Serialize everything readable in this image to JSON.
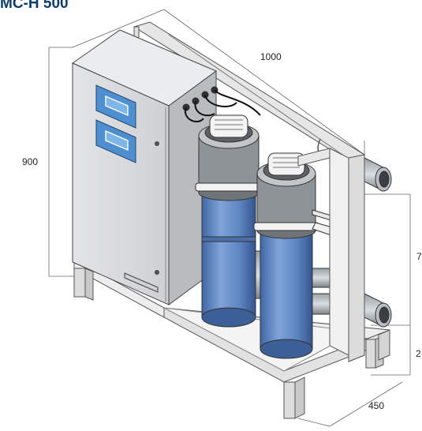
{
  "title": "MC-H 500",
  "dimensions": {
    "length": "1000",
    "height": "900",
    "depth": "450",
    "right_upper": "7",
    "right_lower": "2"
  },
  "colors": {
    "cabinet": "#d3d4d6",
    "frame": "#e4e4e4",
    "vessel": "#5f87c2",
    "display": "#4d8fd0",
    "title": "#0d3d6b"
  }
}
